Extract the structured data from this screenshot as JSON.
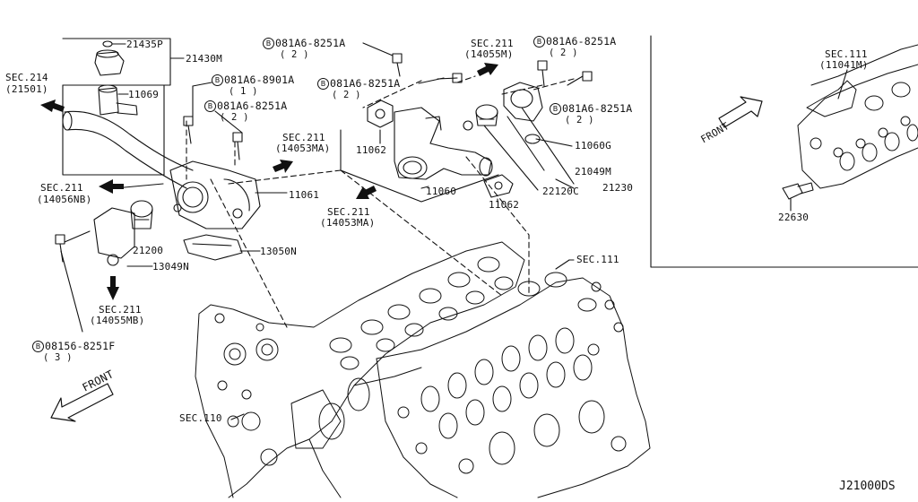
{
  "diagram_code": "J21000DS",
  "bolt_marker": "B",
  "sections": {
    "sec214": {
      "name": "SEC.214",
      "code": "(21501)"
    },
    "sec211_14056nb": {
      "name": "SEC.211",
      "code": "(14056NB)"
    },
    "sec211_14053ma_a": {
      "name": "SEC.211",
      "code": "(14053MA)"
    },
    "sec211_14053ma_b": {
      "name": "SEC.211",
      "code": "(14053MA)"
    },
    "sec211_14055m": {
      "name": "SEC.211",
      "code": "(14055M)"
    },
    "sec211_14055mb": {
      "name": "SEC.211",
      "code": "(14055MB)"
    },
    "sec111_main": {
      "name": "SEC.111"
    },
    "sec110": {
      "name": "SEC.110"
    },
    "sec111_inset": {
      "name": "SEC.111",
      "code": "(11041M)"
    }
  },
  "parts": {
    "p21435p": "21435P",
    "p21430m": "21430M",
    "p11069": "11069",
    "p11061": "11061",
    "p21200": "21200",
    "p13049n": "13049N",
    "p13050n": "13050N",
    "p11062a": "11062",
    "p11062b": "11062",
    "p11060": "11060",
    "p11060g": "11060G",
    "p21049m": "21049M",
    "p22120c": "22120C",
    "p21230": "21230",
    "p22630": "22630"
  },
  "bolts": {
    "b1": {
      "code": "081A6-8251A",
      "qty": "( 2 )"
    },
    "b2": {
      "code": "081A6-8251A",
      "qty": "( 2 )"
    },
    "b3": {
      "code": "081A6-8251A",
      "qty": "( 2 )"
    },
    "b4": {
      "code": "081A6-8901A",
      "qty": "( 1 )"
    },
    "b5": {
      "code": "081A6-8251A",
      "qty": "( 2 )"
    },
    "b6": {
      "code": "081A6-8251A",
      "qty": "( 2 )"
    },
    "b7": {
      "code": "08156-8251F",
      "qty": "( 3 )"
    }
  },
  "front_labels": {
    "main": "FRONT",
    "inset": "FRONT"
  }
}
